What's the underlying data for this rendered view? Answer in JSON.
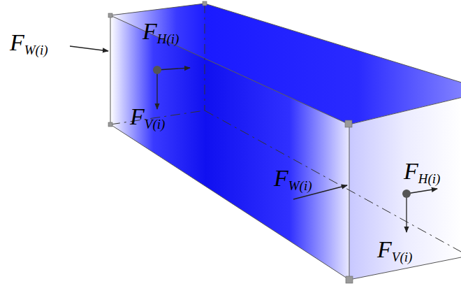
{
  "diagram": {
    "labels": [
      "FW(i)",
      "FH(i)",
      "FV(i)",
      "FW(i)",
      "FH(i)",
      "FV(i)"
    ]
  }
}
